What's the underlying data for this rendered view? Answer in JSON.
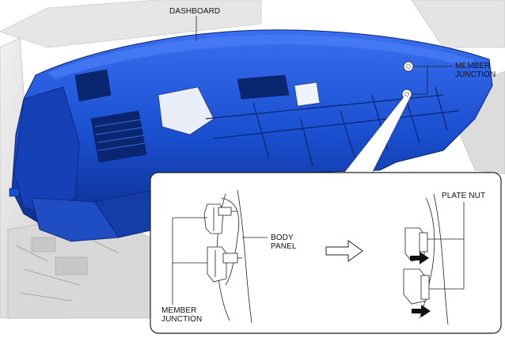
{
  "labels": {
    "dashboard": "DASHBOARD",
    "member_junction_top": [
      "MEMBER",
      "JUNCTION"
    ],
    "body_panel": [
      "BODY",
      "PANEL"
    ],
    "plate_nut": "PLATE NUT",
    "member_junction_bottom": [
      "MEMBER",
      "JUNCTION"
    ]
  },
  "colors": {
    "dashboard_blue": "#1a4fd0",
    "dashboard_dark": "#0b2a86",
    "body_gray": "#d9d9d9"
  }
}
